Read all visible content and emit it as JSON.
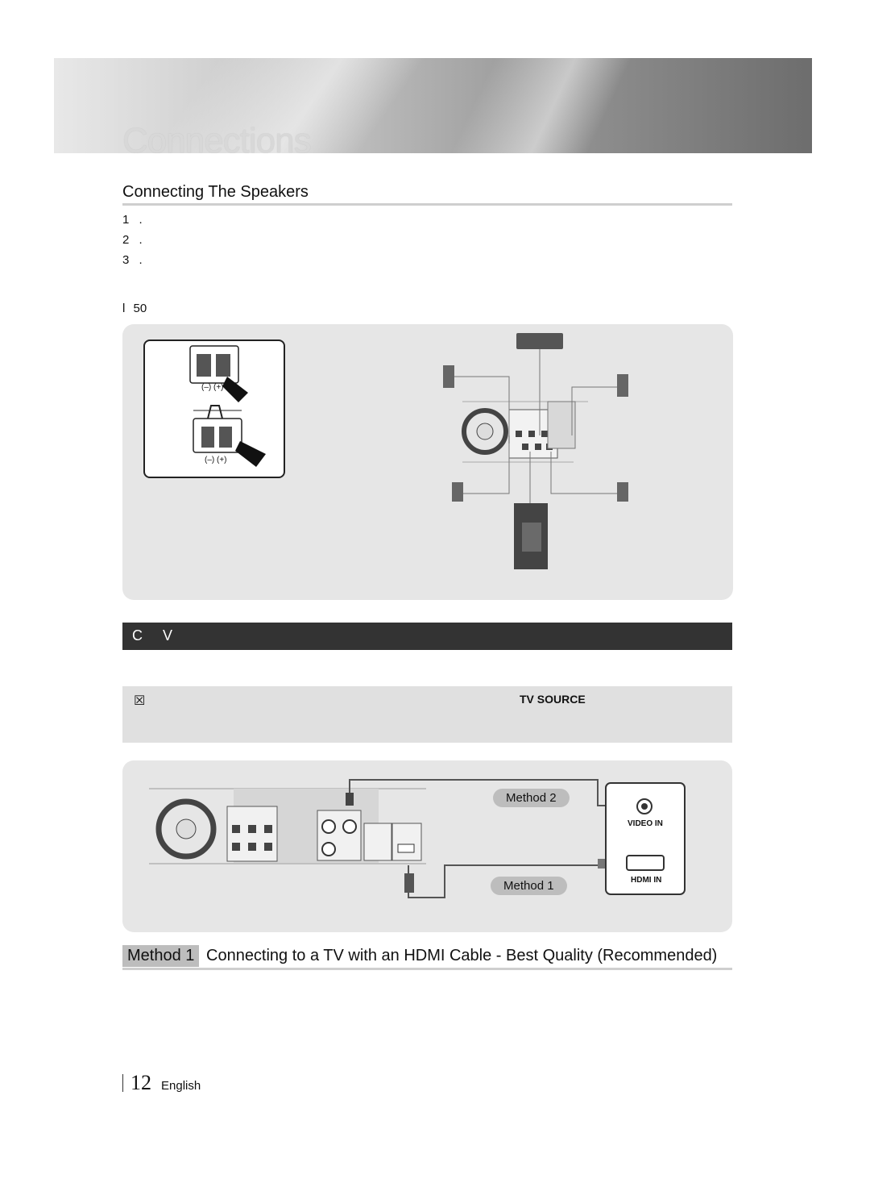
{
  "header": {
    "chapter_title": "Connections"
  },
  "speakers_section": {
    "title": "Connecting The Speakers",
    "steps": [
      "1 .",
      "2 .",
      "3 ."
    ],
    "note_marker": "l",
    "note_text": "50",
    "polarity_top": "(–) (+)",
    "polarity_bottom": "(–) (+)"
  },
  "tv_section": {
    "bar_title": "C V",
    "note_icon": "☒",
    "note_highlight": "TV SOURCE"
  },
  "tv_diagram": {
    "method2_label": "Method 2",
    "method1_label": "Method 1",
    "video_in_label": "VIDEO IN",
    "hdmi_in_label": "HDMI IN"
  },
  "method1_heading": {
    "tag": "Method 1",
    "text": "Connecting to a TV with an HDMI Cable - Best Quality (Recommended)"
  },
  "footer": {
    "page_number": "12",
    "language": "English"
  }
}
